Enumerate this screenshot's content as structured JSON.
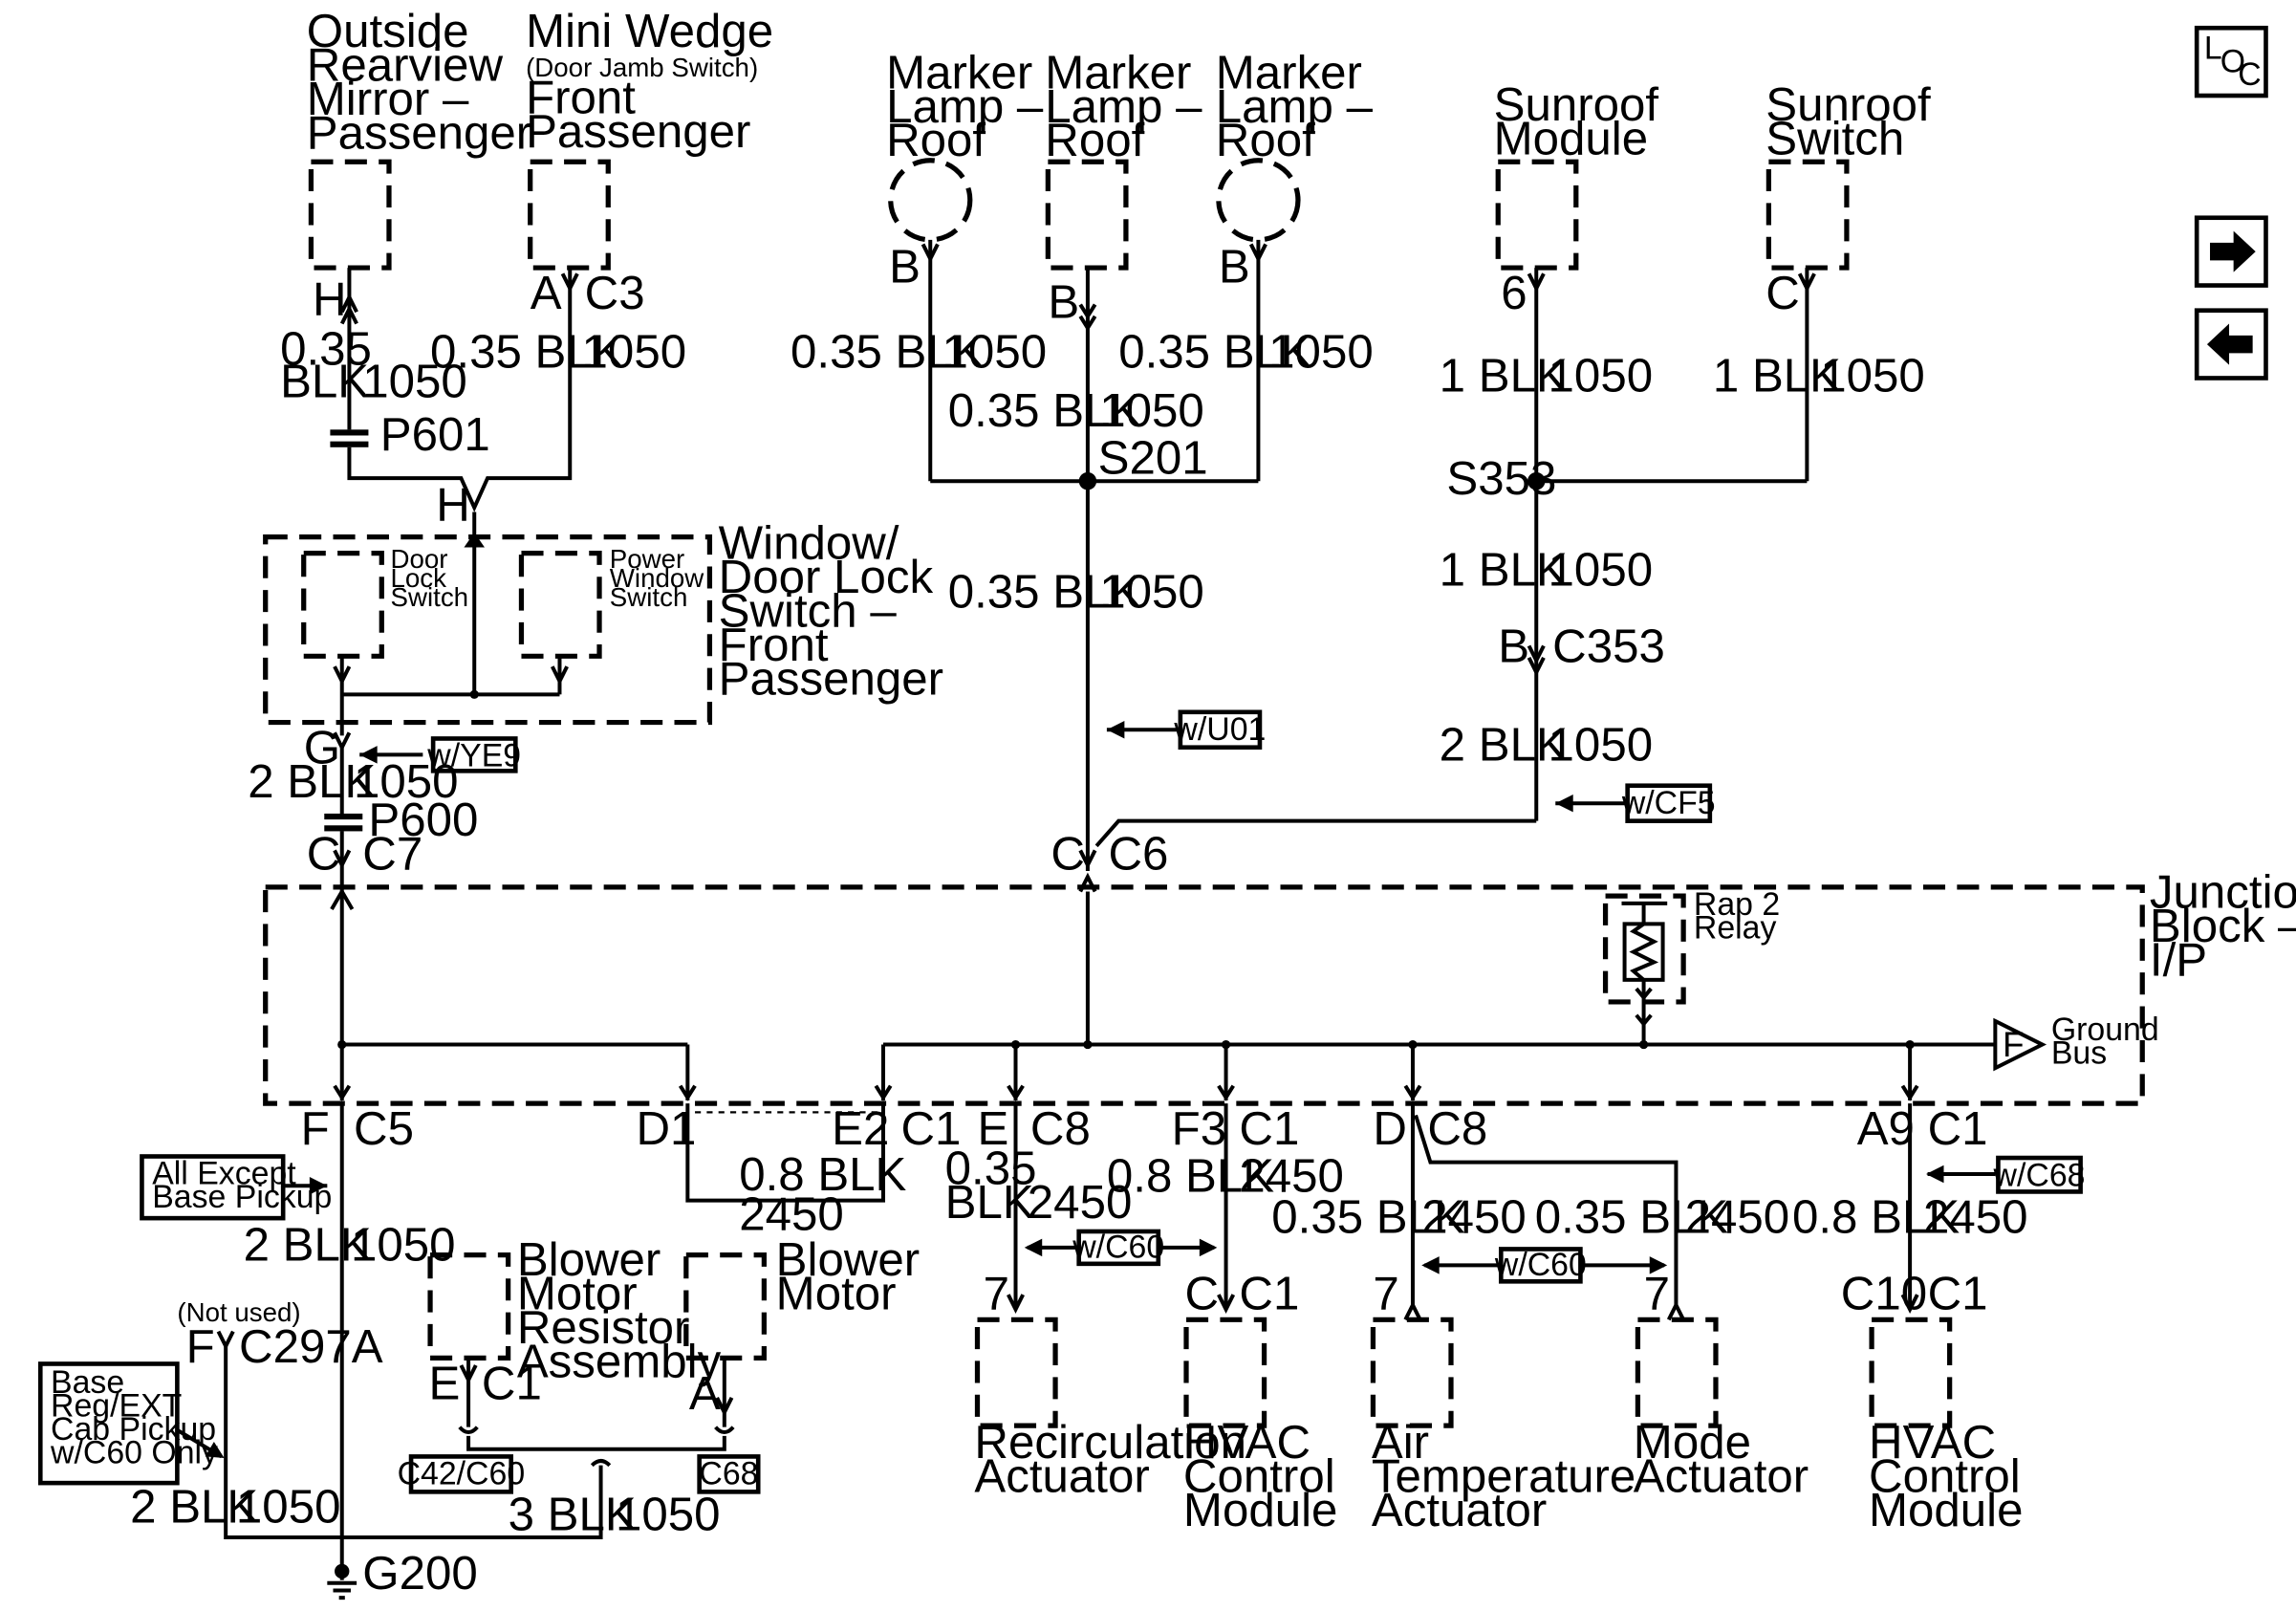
{
  "components": {
    "mirror": "Outside|Rearview|Mirror –|Passenger",
    "mini_wedge_title": "Mini Wedge",
    "mini_wedge_sub": "(Door Jamb Switch)",
    "mini_wedge_rest": "Front|Passenger",
    "marker_lamp": "Marker|Lamp –|Roof",
    "sunroof_module": "Sunroof|Module",
    "sunroof_switch": "Sunroof|Switch",
    "window_switch": "Window/|Door Lock|Switch –|Front|Passenger",
    "door_lock_switch": "Door|Lock|Switch",
    "power_window_switch": "Power|Window|Switch",
    "junction_block": "Junction|Block –|I/P",
    "rap_relay": "Rap 2|Relay",
    "ground_bus": "Ground|Bus",
    "blower_resistor": "Blower|Motor|Resistor|Assembly",
    "blower_motor": "Blower|Motor",
    "recirc_actuator": "Recirculation|Actuator",
    "hvac_module": "HVAC|Control|Module",
    "air_temp_actuator": "Air|Temperature|Actuator",
    "mode_actuator": "Mode|Actuator"
  },
  "circuits": {
    "c035": "0.35",
    "blk": "BLK",
    "c1050": "1050",
    "c035blk": "0.35 BLK",
    "c1blk": "1 BLK",
    "c2blk": "2 BLK",
    "c08blk": "0.8 BLK",
    "c3blk": "3 BLK",
    "c2450": "2450"
  },
  "connectors": {
    "H": "H",
    "A": "A",
    "B": "B",
    "C": "C",
    "E": "E",
    "F": "F",
    "G": "G",
    "six": "6",
    "seven": "7",
    "C1": "C1",
    "C3": "C3",
    "C5": "C5",
    "C6": "C6",
    "C7": "C7",
    "C8": "C8",
    "C10": "C10",
    "C353": "C353",
    "C297A": "C297A",
    "D1": "D1",
    "E2": "E2",
    "F3": "F3",
    "D": "D",
    "A9": "A9",
    "P601": "P601",
    "P600": "P600",
    "S201": "S201",
    "S353": "S353",
    "G200": "G200",
    "not_used": "(Not used)",
    "relay_pin": "F"
  },
  "options": {
    "YE9": "w/YE9",
    "U01": "w/U01",
    "CF5": "w/CF5",
    "C60": "w/C60",
    "C68": "w/C68",
    "C42C60": "C42/C60",
    "C68box": "C68",
    "all_except": "All Except|Base Pickup",
    "base_reg": "Base|Reg/EXT|Cab Pickup|w/C60 Only"
  },
  "nav": {
    "loc_L": "L",
    "loc_O": "O",
    "loc_C": "C"
  }
}
